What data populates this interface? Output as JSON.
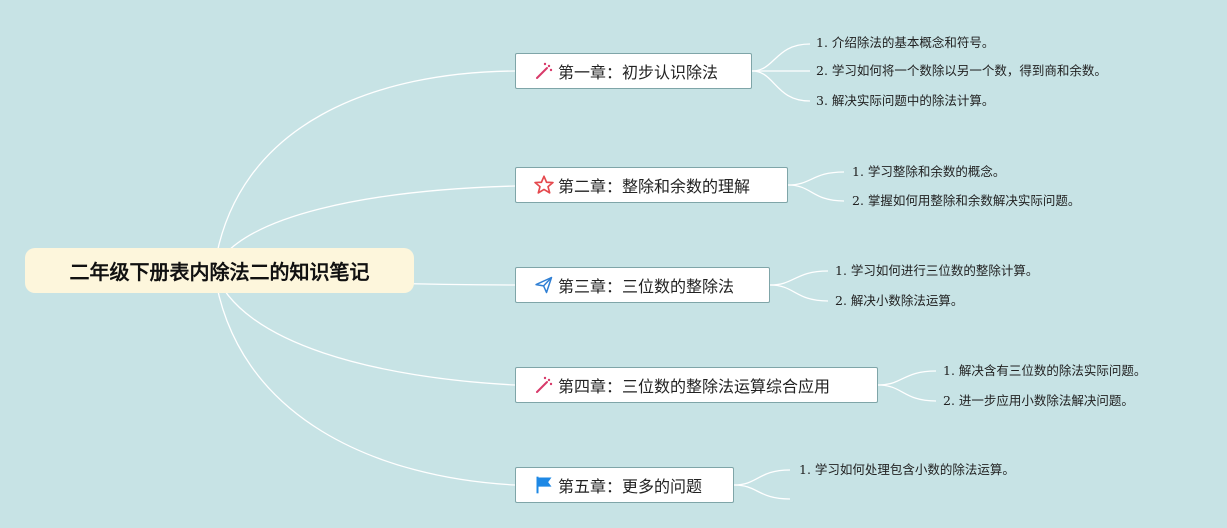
{
  "root": {
    "title": "二年级下册表内除法二的知识笔记"
  },
  "chapters": [
    {
      "title": "第一章：初步认识除法",
      "icon": "magic-wand-icon",
      "icon_color": "#d83a6a",
      "points": [
        "1. 介绍除法的基本概念和符号。",
        "2. 学习如何将一个数除以另一个数，得到商和余数。",
        "3. 解决实际问题中的除法计算。"
      ]
    },
    {
      "title": "第二章：整除和余数的理解",
      "icon": "star-icon",
      "icon_color": "#e5484d",
      "points": [
        "1. 学习整除和余数的概念。",
        "2. 掌握如何用整除和余数解决实际问题。"
      ]
    },
    {
      "title": "第三章：三位数的整除法",
      "icon": "paper-plane-icon",
      "icon_color": "#2f7fd4",
      "points": [
        "1. 学习如何进行三位数的整除计算。",
        "2. 解决小数除法运算。"
      ]
    },
    {
      "title": "第四章：三位数的整除法运算综合应用",
      "icon": "magic-wand-icon",
      "icon_color": "#d83a6a",
      "points": [
        "1. 解决含有三位数的除法实际问题。",
        "2. 进一步应用小数除法解决问题。"
      ]
    },
    {
      "title": "第五章：更多的问题",
      "icon": "flag-icon",
      "icon_color": "#1e88e5",
      "points": [
        "1. 学习如何处理包含小数的除法运算。",
        ""
      ]
    }
  ]
}
